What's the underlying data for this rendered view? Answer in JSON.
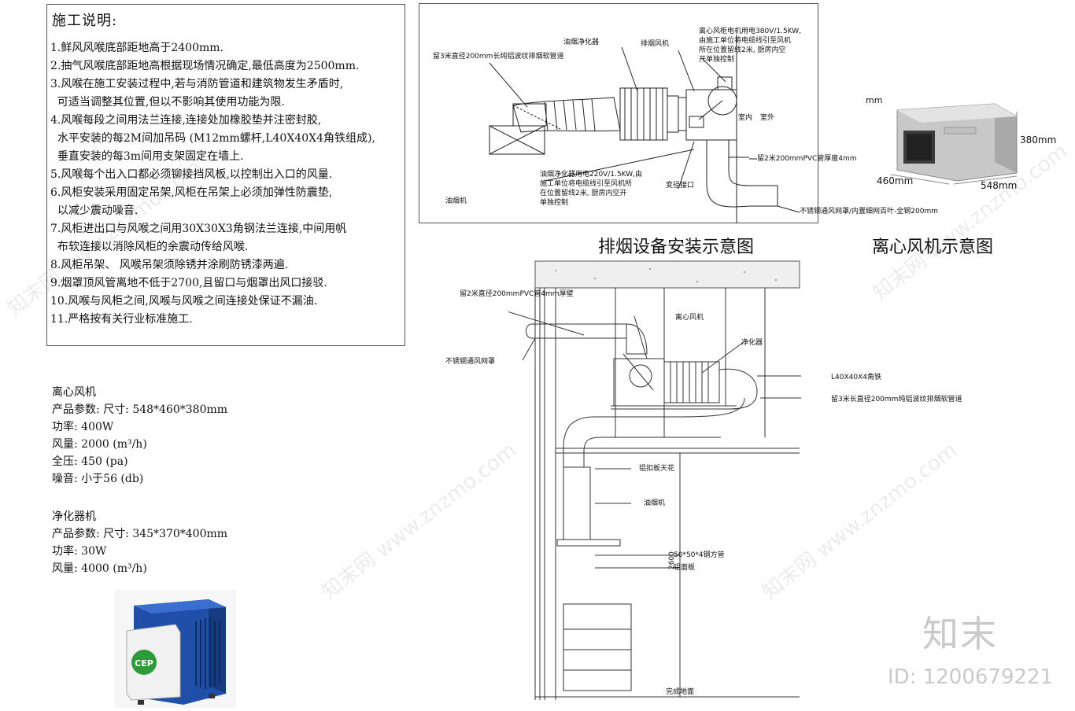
{
  "notes": {
    "title": "施工说明:",
    "items": [
      "1.鲜风风喉底部距地高于2400mm.",
      "2.抽气风喉底部距地高根据现场情况确定,最低高度为2500mm.",
      "3.风喉在施工安装过程中,若与消防管道和建筑物发生矛盾时,",
      "  可适当调整其位置,但以不影响其使用功能为限.",
      "4.风喉每段之间用法兰连接,连接处加橡胶垫并注密封胶,",
      "  水平安装的每2M间加吊码 (M12mm螺杆,L40X40X4角铁组成),",
      "  垂直安装的每3m间用支架固定在墙上.",
      "5.风喉每个出入口都必须铆接挡风板,以控制出入口的风量.",
      "6.风柜安装采用固定吊架,风柜在吊架上必须加弹性防震垫,",
      "  以减少震动噪音.",
      "7.风柜进出口与风喉之间用30X30X3角钢法兰连接,中间用帆",
      "  布软连接以消除风柜的余震动传给风喉.",
      "8.风柜吊架、 风喉吊架须除锈并涂刷防锈漆两遍.",
      "9.烟罩顶风管离地不低于2700,且留口与烟罩出风口接驳.",
      "10.风喉与风柜之间,风喉与风喉之间连接处保证不漏油.",
      "11.严格按有关行业标准施工."
    ]
  },
  "centrifugal_fan_spec": {
    "name": "离心风机",
    "lines": [
      "产品参数: 尺寸: 548*460*380mm",
      "功率: 400W",
      "风量: 2000 (m³/h)",
      "全压: 450 (pa)",
      "噪音: 小于56 (db)"
    ]
  },
  "purifier_spec": {
    "name": "净化器机",
    "lines": [
      "产品参数: 尺寸: 345*370*400mm",
      "功率: 30W",
      "风量: 4000 (m³/h)"
    ]
  },
  "purifier_photo": {
    "badge": "CEP",
    "body_color": "#1f4fa8",
    "panel_color": "#f1f1f1"
  },
  "exhaust_diagram": {
    "caption": "排烟设备安装示意图",
    "labels": {
      "purifier": "油烟净化器",
      "fan": "排烟风机",
      "fan_power": "离心风柜电机用电380V/1.5KW,\n由施工单位将电缆线引至风机\n所在位置留线2米, 厨房内空\n开单独控制",
      "duct_reserve": "留3米直径200mm长纯铝波纹排烟软管道",
      "indoor": "室内",
      "outdoor": "室外",
      "pvc": "留2米200mmPVC管厚度4mm",
      "purifier_power": "油烟净化器用电220V/1.5KW,由\n施工单位将电缆线引至风机所\n在位置留线2米, 厨房内空开\n单独控制",
      "reducer": "变径接口",
      "hood": "油烟机",
      "grille": "不锈钢通风网罩/内置细网百叶-全钢200mm"
    }
  },
  "fan_photo": {
    "caption": "离心风机示意图",
    "unit": "mm",
    "dim_height": "380mm",
    "dim_depth": "460mm",
    "dim_width": "548mm"
  },
  "section": {
    "labels": {
      "pvc": "留2米直径200mmPVC管4mm厚壁",
      "fan": "离心风机",
      "grille": "不锈钢通风网罩",
      "purifier": "净化器",
      "angle": "L40X40X4角铁",
      "duct": "留3米长直径200mm纯铝波纹排烟软管道",
      "ceiling": "铝扣板天花",
      "hood": "油烟机",
      "tube": "50*50*4钢方管",
      "board": "铝面板",
      "height": "2600",
      "floor": "完成地面"
    }
  },
  "watermark": {
    "logo": "知末",
    "id": "ID: 1200679221",
    "repeat": "知末网 www.znzmo.com"
  }
}
